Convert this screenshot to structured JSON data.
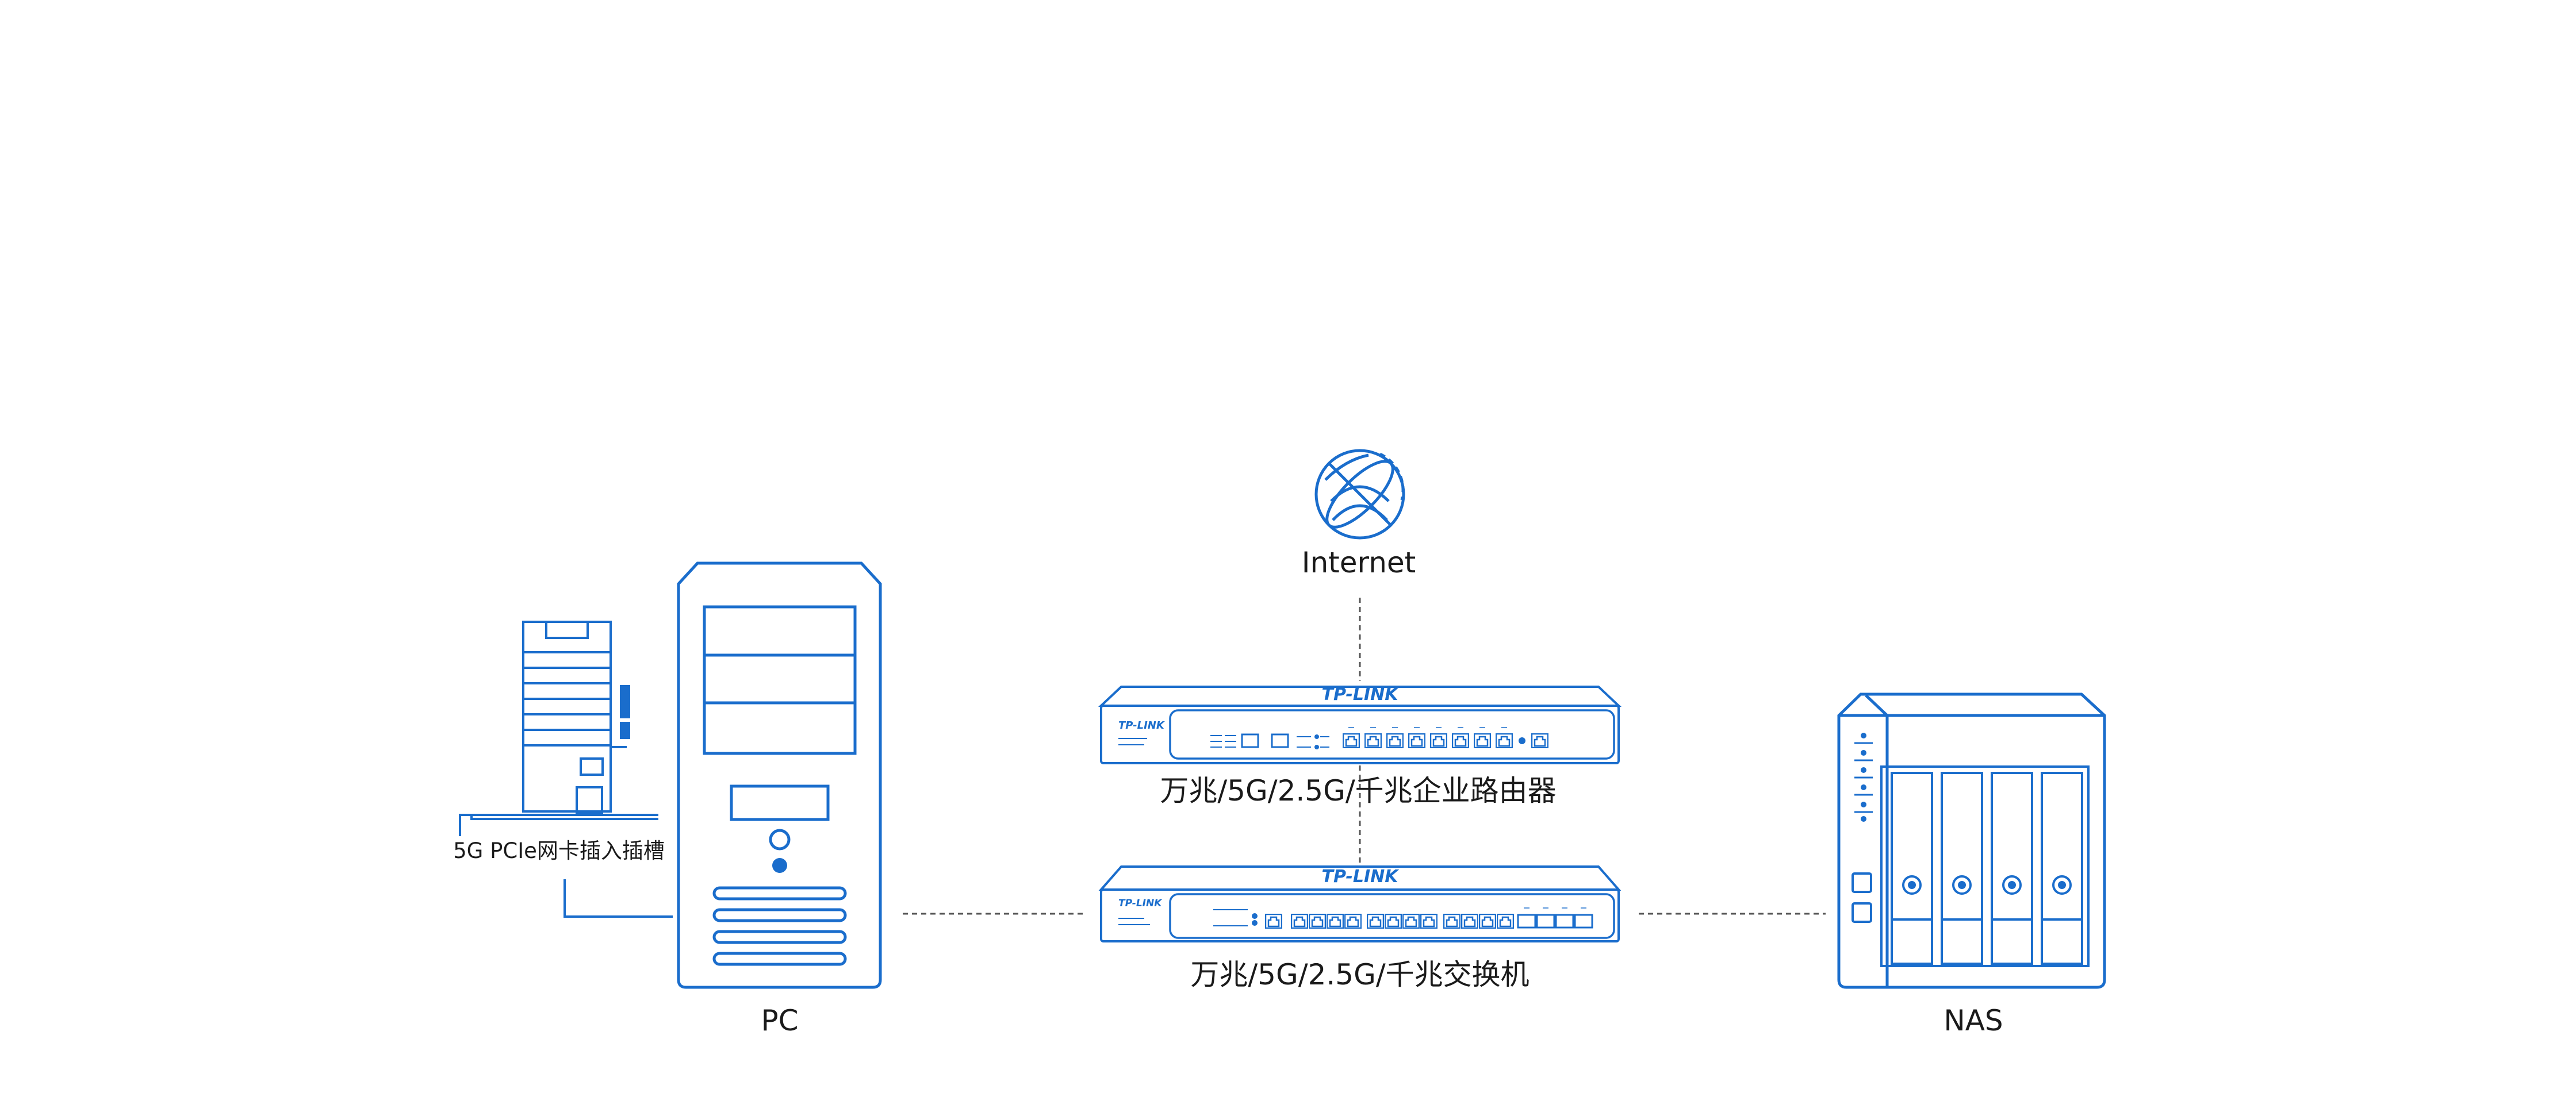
{
  "colors": {
    "stroke": "#1a6dcc",
    "fill": "#1a6dcc",
    "dashed": "#555555",
    "text": "#1a1a1a",
    "background": "#ffffff"
  },
  "nodes": {
    "internet": {
      "label": "Internet",
      "icon": "globe-icon"
    },
    "router": {
      "label": "万兆/5G/2.5G/千兆企业路由器",
      "brand": "TP-LINK",
      "icon": "router-icon"
    },
    "switch": {
      "label": "万兆/5G/2.5G/千兆交换机",
      "brand": "TP-LINK",
      "icon": "switch-icon"
    },
    "pc": {
      "label": "PC",
      "icon": "pc-tower-icon"
    },
    "nas": {
      "label": "NAS",
      "icon": "nas-icon"
    },
    "nic": {
      "label": "5G PCIe网卡插入插槽",
      "icon": "pcie-network-card-icon"
    }
  }
}
